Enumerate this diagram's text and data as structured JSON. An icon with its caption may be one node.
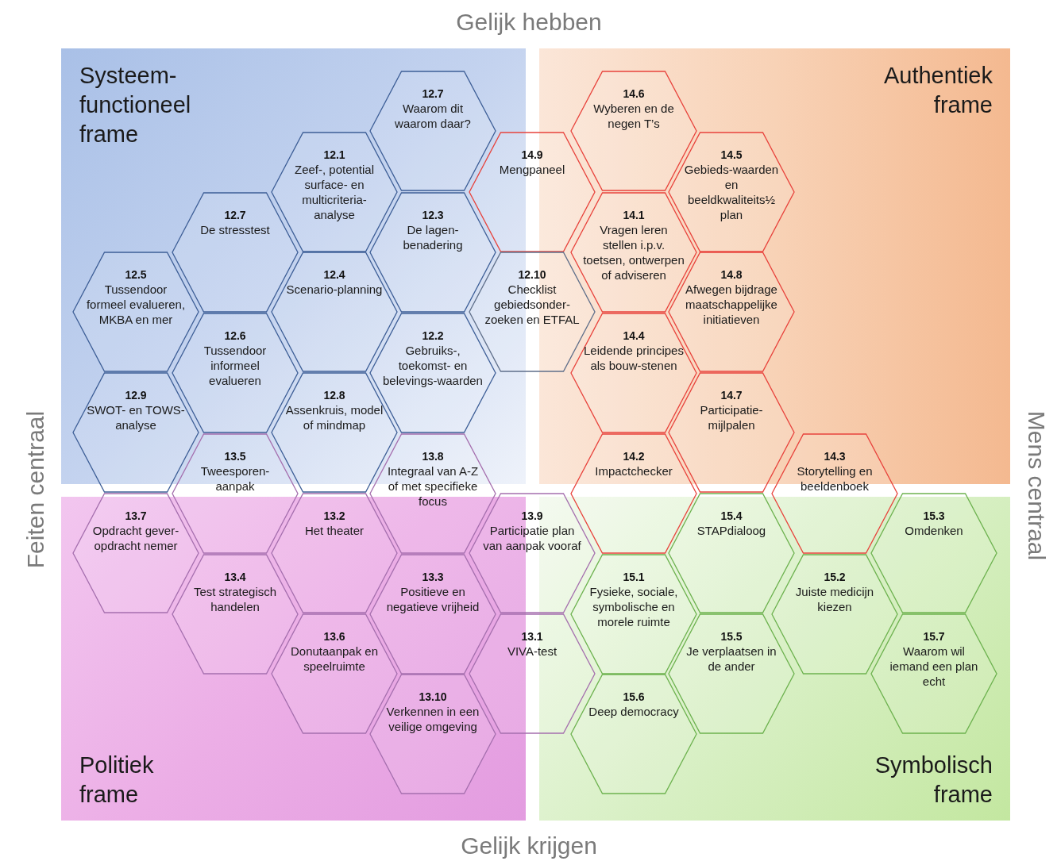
{
  "diagram": {
    "nodes": [
      {
        "text": [
          "Systeem- functioneel frame"
        ]
      },
      {
        "text": [
          "Authentiek frame"
        ]
      },
      {
        "text": [
          "Politiek frame"
        ]
      },
      {
        "text": [
          "Symbolisch frame"
        ]
      },
      {
        "text": [
          "12.7",
          "Waarom dit waarom daar?"
        ],
        "in": 0
      },
      {
        "text": [
          "14.6",
          "Wyberen en de negen T’s"
        ],
        "in": 1
      },
      {
        "text": [
          "12.1",
          "Zeef-, potential surface- en multicriteria-analyse"
        ],
        "in": 0
      },
      {
        "text": [
          "14.9",
          "Mengpaneel"
        ]
      },
      {
        "text": [
          "14.5",
          "Gebieds-waarden en beeldkwaliteits½ plan"
        ],
        "in": 1
      },
      {
        "text": [
          "12.7",
          "De stresstest"
        ],
        "in": 0
      },
      {
        "text": [
          "12.3",
          "De lagen-benadering"
        ],
        "in": 0
      },
      {
        "text": [
          "14.1",
          "Vragen leren stellen i.p.v. toetsen, ontwerpen of adviseren"
        ],
        "in": 1
      },
      {
        "text": [
          "12.5",
          "Tussendoor formeel evalueren, MKBA en mer"
        ],
        "in": 0
      },
      {
        "text": [
          "12.4",
          "Scenario-planning"
        ],
        "in": 0
      },
      {
        "text": [
          "12.10",
          "Checklist gebiedsonder-zoeken en ETFAL"
        ]
      },
      {
        "text": [
          "14.8",
          "Afwegen bijdrage maatschappelijke initiatieven"
        ],
        "in": 1
      },
      {
        "text": [
          "12.6",
          "Tussendoor informeel evalueren"
        ],
        "in": 0
      },
      {
        "text": [
          "12.2",
          "Gebruiks-, toekomst- en belevings-waarden"
        ],
        "in": 0
      },
      {
        "text": [
          "14.4",
          "Leidende principes als bouw-stenen"
        ],
        "in": 1
      },
      {
        "text": [
          "12.9",
          "SWOT- en TOWS-analyse"
        ]
      },
      {
        "text": [
          "12.8",
          "Assenkruis, model of mindmap"
        ]
      },
      {
        "text": [
          "14.7",
          "Participatie-mijlpalen"
        ]
      },
      {
        "text": [
          "13.5",
          "Tweesporen-aanpak"
        ]
      },
      {
        "text": [
          "13.8",
          "Integraal van A-Z of met specifieke focus"
        ]
      },
      {
        "text": [
          "14.2",
          "Impactchecker"
        ]
      },
      {
        "text": [
          "14.3",
          "Storytelling en beeldenboek"
        ]
      },
      {
        "text": [
          "13.7",
          "Opdracht gever-opdracht nemer"
        ],
        "in": 2
      },
      {
        "text": [
          "13.2",
          "Het theater"
        ],
        "in": 2
      },
      {
        "text": [
          "13.9",
          "Participatie plan van aanpak vooraf"
        ]
      },
      {
        "text": [
          "15.4",
          "STAPdialoog"
        ],
        "in": 3
      },
      {
        "text": [
          "15.3",
          "Omdenken"
        ],
        "in": 3
      },
      {
        "text": [
          "13.4",
          "Test strategisch handelen"
        ],
        "in": 2
      },
      {
        "text": [
          "13.3",
          "Positieve en negatieve vrijheid"
        ],
        "in": 2
      },
      {
        "text": [
          "15.1",
          "Fysieke, sociale, symbolische en morele ruimte"
        ],
        "in": 3
      },
      {
        "text": [
          "15.2",
          "Juiste medicijn kiezen"
        ],
        "in": 3
      },
      {
        "text": [
          "13.6",
          "Donutaanpak en speelruimte"
        ],
        "in": 2
      },
      {
        "text": [
          "13.1",
          "VIVA-test"
        ]
      },
      {
        "text": [
          "15.5",
          "Je verplaatsen in de ander"
        ],
        "in": 3
      },
      {
        "text": [
          "15.7",
          "Waarom wil iemand een plan echt"
        ],
        "in": 3
      },
      {
        "text": [
          "13.10",
          "Verkennen in een veilige omgeving"
        ],
        "in": 2
      },
      {
        "text": [
          "15.6",
          "Deep democracy"
        ],
        "in": 3
      }
    ],
    "labels": [
      "Gelijk hebben",
      "Feiten centraal",
      "Mens centraal",
      "Gelijk krijgen"
    ]
  }
}
